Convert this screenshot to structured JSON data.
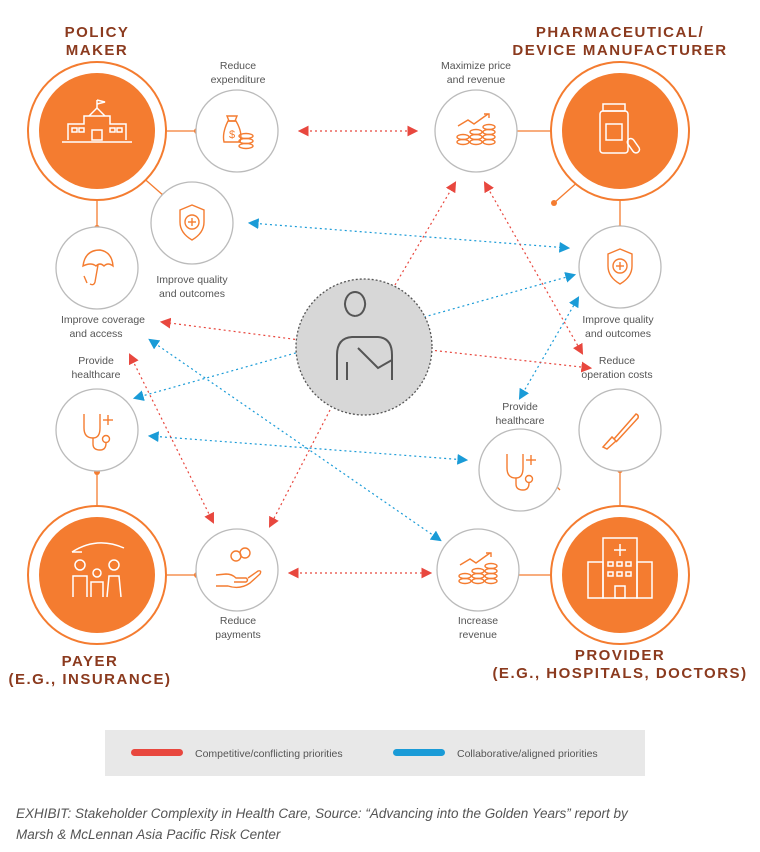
{
  "stakeholders": {
    "policy": {
      "line1": "POLICY",
      "line2": "MAKER"
    },
    "pharma": {
      "line1": "PHARMACEUTICAL/",
      "line2": "DEVICE MANUFACTURER"
    },
    "payer": {
      "line1": "PAYER",
      "line2": "(E.G., INSURANCE)"
    },
    "provider": {
      "line1": "PROVIDER",
      "line2": "(E.G., HOSPITALS, DOCTORS)"
    }
  },
  "priorities": {
    "reduce_expenditure": {
      "line1": "Reduce",
      "line2": "expenditure"
    },
    "maximize_price": {
      "line1": "Maximize price",
      "line2": "and revenue"
    },
    "improve_quality_policy": {
      "line1": "Improve quality",
      "line2": "and outcomes"
    },
    "improve_quality_pharma": {
      "line1": "Improve quality",
      "line2": "and outcomes"
    },
    "improve_coverage": {
      "line1": "Improve coverage",
      "line2": "and access"
    },
    "provide_healthcare_payer": {
      "line1": "Provide",
      "line2": "healthcare"
    },
    "reduce_operation": {
      "line1": "Reduce",
      "line2": "operation costs"
    },
    "provide_healthcare_provider": {
      "line1": "Provide",
      "line2": "healthcare"
    },
    "reduce_payments": {
      "line1": "Reduce",
      "line2": "payments"
    },
    "increase_revenue": {
      "line1": "Increase",
      "line2": "revenue"
    }
  },
  "legend": {
    "competitive": "Competitive/conflicting priorities",
    "collaborative": "Collaborative/aligned priorities"
  },
  "colors": {
    "orange": "#f47c30",
    "brown": "#8b3a1e",
    "red_arrow": "#e8473e",
    "blue_arrow": "#1a9bd7",
    "gray": "#cccccc"
  },
  "caption": {
    "line1": "EXHIBIT: Stakeholder Complexity in Health Care, Source: “Advancing into the Golden Years” report by",
    "line2": "Marsh & McLennan Asia Pacific Risk Center"
  }
}
